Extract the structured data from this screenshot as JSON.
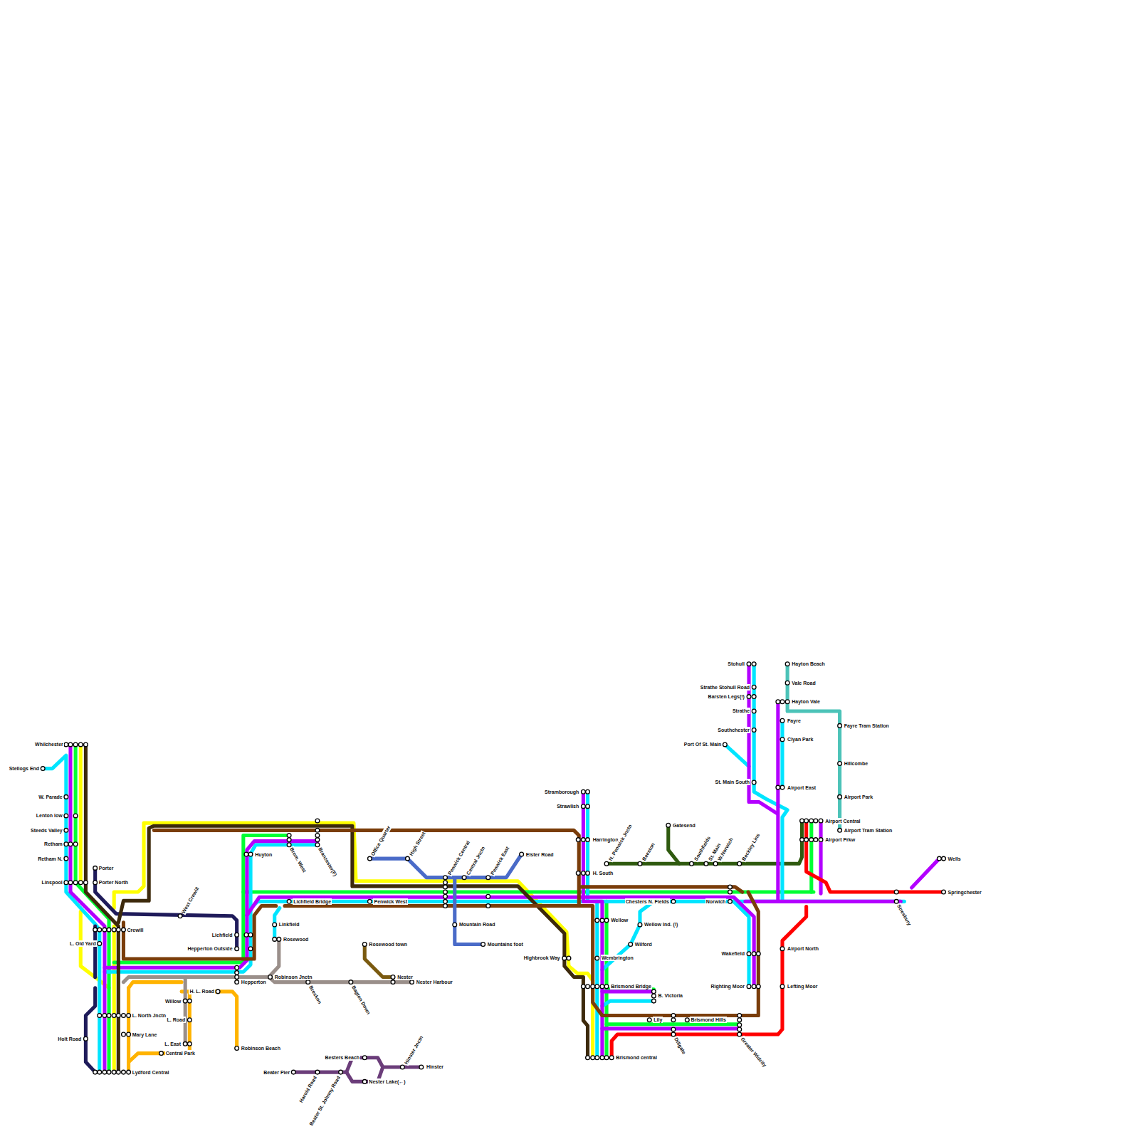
{
  "diagram": {
    "labels": [
      "Whilchester",
      "Stellogs End",
      "W. Parade",
      "Lenton low",
      "Steeds Valley",
      "Retham",
      "Retham N.",
      "Linspool",
      "Porter",
      "Porter North",
      "West Crewill",
      "Crewill",
      "L. Old Yard",
      "Lichfield",
      "Hepperton Outside",
      "Hepperton",
      "Huyton",
      "Brom. West",
      "Branzester(F)",
      "Lichfield Bridge",
      "Linkfield",
      "Rosewood",
      "Robinson Jnctn",
      "Breckon",
      "Bagton Down",
      "Rosewood town",
      "Nester",
      "Nester Harbour",
      "Office Quarter",
      "High Street",
      "Penwick Central",
      "Central Jnctn",
      "Penwick East",
      "Elster Road",
      "Penwick West",
      "Mountain Road",
      "Mountains foot",
      "L. North Jnctn",
      "Mary Lane",
      "Holt Road",
      "Willow",
      "H. L. Road",
      "L. Road",
      "L. East",
      "Central Park",
      "Robinson Beach",
      "Lydford Central",
      "Besters Beach",
      "Beater Pier",
      "Harold Road",
      "Beater St. Johnny Road",
      "Nester Lake(←)",
      "Hinster Jnctn",
      "Hinster",
      "Stramborough",
      "Strawlish",
      "Harrington",
      "H. South",
      "N. Penwick Jnctn",
      "Beeston",
      "Gatesend",
      "Southfields",
      "St. Main",
      "W.Norwich",
      "Beckley Lins",
      "Chesters N. Fields",
      "Norwich",
      "Wellow",
      "Wellow Ind. (!)",
      "Wilford",
      "Highbrook Way",
      "Wembrington",
      "Brismond Bridge",
      "B. Victoria",
      "Lily",
      "Brismond Hills",
      "Dillgate",
      "Greater Widcity",
      "Brismond central",
      "Wakefield",
      "Righting Moor",
      "Stohull",
      "Strathe Stohull Road",
      "Barsten Legs(!)",
      "Strathe",
      "Southchester",
      "Port Of St. Main",
      "St. Main South",
      "Hayton Beach",
      "Vale Road",
      "Hayton Vale",
      "Fayre",
      "Clyan Park",
      "Airport East",
      "Fayre Tram Station",
      "Hillcombe",
      "Airport Park",
      "Airport Tram Station",
      "Airport Central",
      "Airport Prkw",
      "Airport North",
      "Lefting Moor",
      "Stresbury",
      "Wells",
      "Springchester"
    ]
  }
}
